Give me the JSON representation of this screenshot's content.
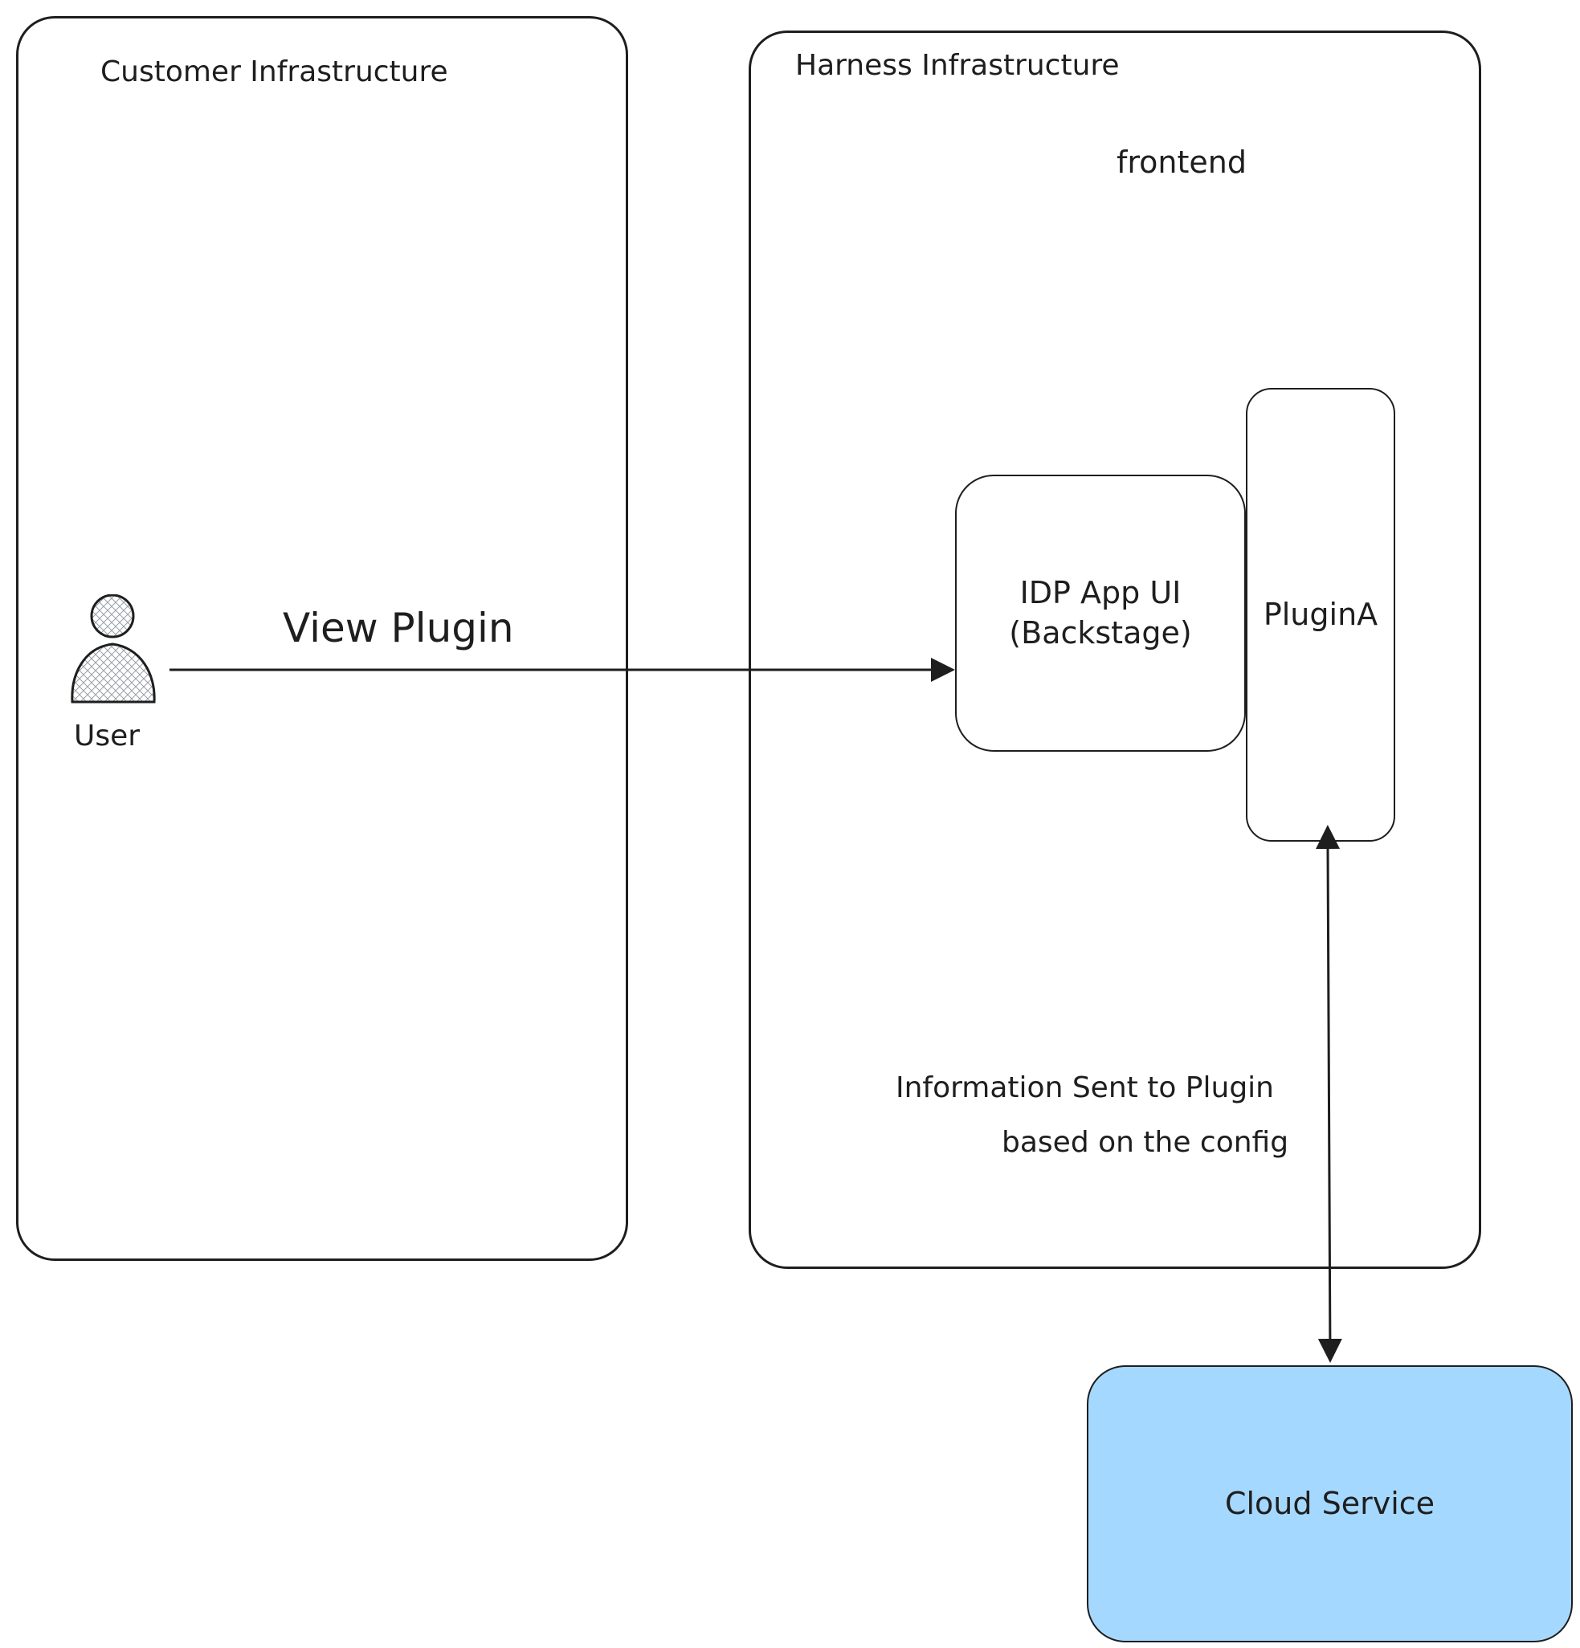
{
  "groups": {
    "customer_infrastructure": "Customer Infrastructure",
    "harness_infrastructure": "Harness Infrastructure",
    "frontend": "frontend"
  },
  "nodes": {
    "user": "User",
    "idp_app_ui_line1": "IDP App UI",
    "idp_app_ui_line2": "(Backstage)",
    "plugin": "PluginA",
    "cloud_service": "Cloud Service"
  },
  "edges": {
    "user_to_app": "View Plugin",
    "plugin_cloud_line1": "Information Sent to Plugin",
    "plugin_cloud_line2": "based on the config"
  },
  "colors": {
    "stroke": "#1e1e1e",
    "cloud_fill": "#a5d8ff",
    "user_fill": "#e9ecef"
  },
  "icons": {
    "user": "person-icon"
  }
}
